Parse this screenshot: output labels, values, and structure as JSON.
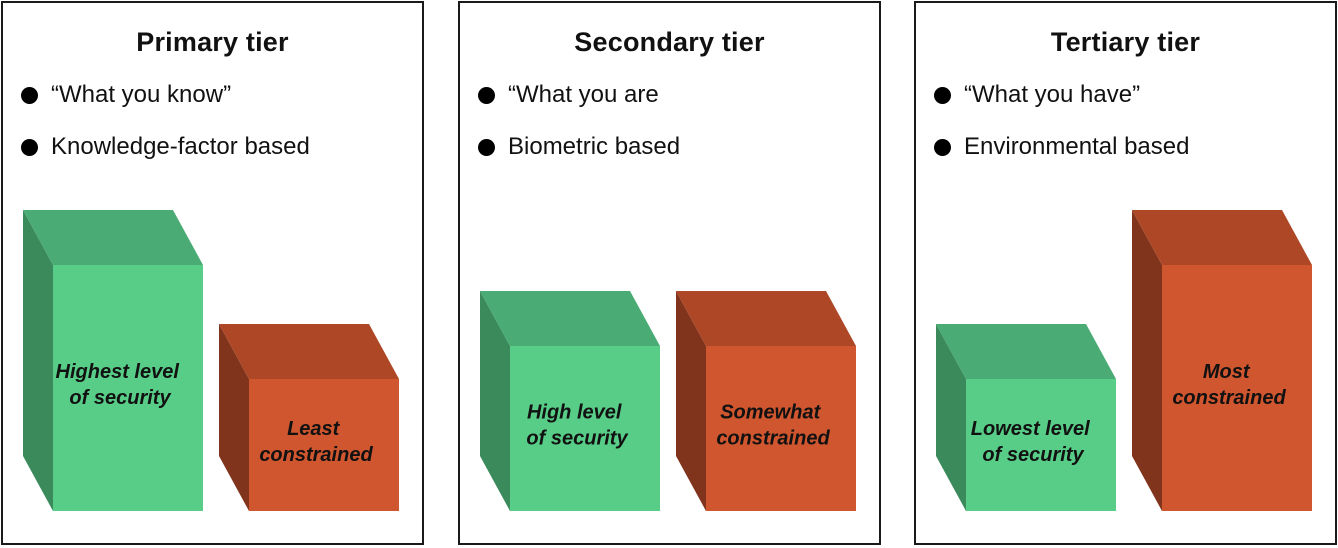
{
  "colors": {
    "green_front": "#58cd88",
    "green_top": "#4aab74",
    "green_side": "#3a8a5c",
    "red_front": "#cf562f",
    "red_top": "#ad4726",
    "red_side": "#81341c",
    "border": "#1a1a1a"
  },
  "tiers": [
    {
      "title": "Primary tier",
      "bullets": [
        "“What you know”",
        "Knowledge-factor based"
      ],
      "security_level": 0.82,
      "constraint_level": 0.44,
      "security_label": [
        "Highest level",
        "of security"
      ],
      "constraint_label": [
        "Least",
        "constrained"
      ]
    },
    {
      "title": "Secondary tier",
      "bullets": [
        "“What you are",
        "Biometric based"
      ],
      "security_level": 0.55,
      "constraint_level": 0.55,
      "security_label": [
        "High level",
        "of security"
      ],
      "constraint_label": [
        "Somewhat",
        "constrained"
      ]
    },
    {
      "title": "Tertiary tier",
      "bullets": [
        "“What you have”",
        "Environmental based"
      ],
      "security_level": 0.44,
      "constraint_level": 0.82,
      "security_label": [
        "Lowest level",
        "of security"
      ],
      "constraint_label": [
        "Most",
        "constrained"
      ]
    }
  ]
}
